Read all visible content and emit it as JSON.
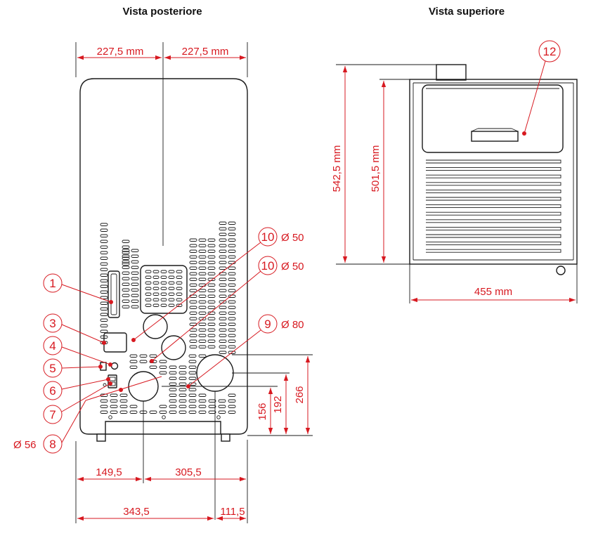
{
  "titles": {
    "rear": "Vista posteriore",
    "top": "Vista superiore"
  },
  "rear_view": {
    "dims": {
      "top_left": "227,5 mm",
      "top_right": "227,5 mm",
      "bottom_1_left": "149,5",
      "bottom_1_right": "305,5",
      "bottom_2_left": "343,5",
      "bottom_2_right": "111,5",
      "v_156": "156",
      "v_192": "192",
      "v_266": "266"
    },
    "callouts": [
      {
        "n": "1"
      },
      {
        "n": "3"
      },
      {
        "n": "4"
      },
      {
        "n": "5"
      },
      {
        "n": "6"
      },
      {
        "n": "7"
      },
      {
        "n": "8"
      }
    ],
    "right_callouts": [
      {
        "n": "10",
        "label": "Ø 50"
      },
      {
        "n": "10",
        "label": "Ø 50"
      },
      {
        "n": "9",
        "label": "Ø 80"
      }
    ],
    "callout_8_label": "Ø 56"
  },
  "top_view": {
    "dims": {
      "height_outer": "542,5 mm",
      "height_inner": "501,5 mm",
      "width": "455 mm"
    },
    "callout": "12"
  },
  "colors": {
    "dimension": "#d71920",
    "outline": "#1a1a1a"
  }
}
